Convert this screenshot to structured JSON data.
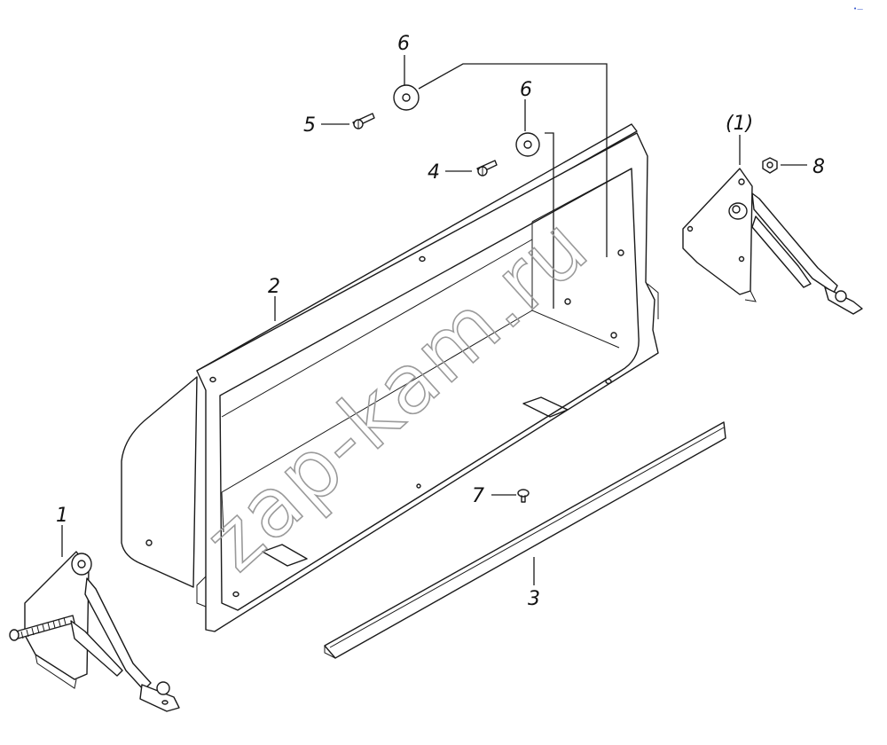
{
  "callouts": {
    "p1": "1",
    "p1_repeat": "(1)",
    "p2": "2",
    "p3": "3",
    "p4": "4",
    "p5": "5",
    "p6_left": "6",
    "p6_right": "6",
    "p7": "7",
    "p8": "8"
  },
  "watermark": "zap-kam.ru",
  "corner_mark": "•—"
}
